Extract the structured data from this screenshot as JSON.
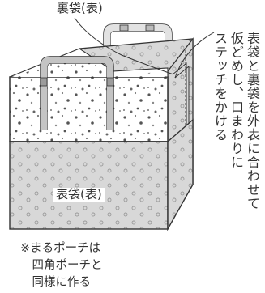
{
  "labels": {
    "inner_bag": "裏袋(表)",
    "outer_bag": "表袋(表)"
  },
  "instruction_lines": [
    "表袋と裏袋を外表に合わせて",
    "仮どめし、口まわりに",
    "ステッチをかける"
  ],
  "footnote_lines": [
    "※まるポーチは",
    "　四角ポーチと",
    "　同様に作る"
  ],
  "colors": {
    "line": "#333333",
    "fabric_gray": "#d4d4d4",
    "fabric_dark": "#b9b9b9",
    "speckle": "#555555"
  }
}
